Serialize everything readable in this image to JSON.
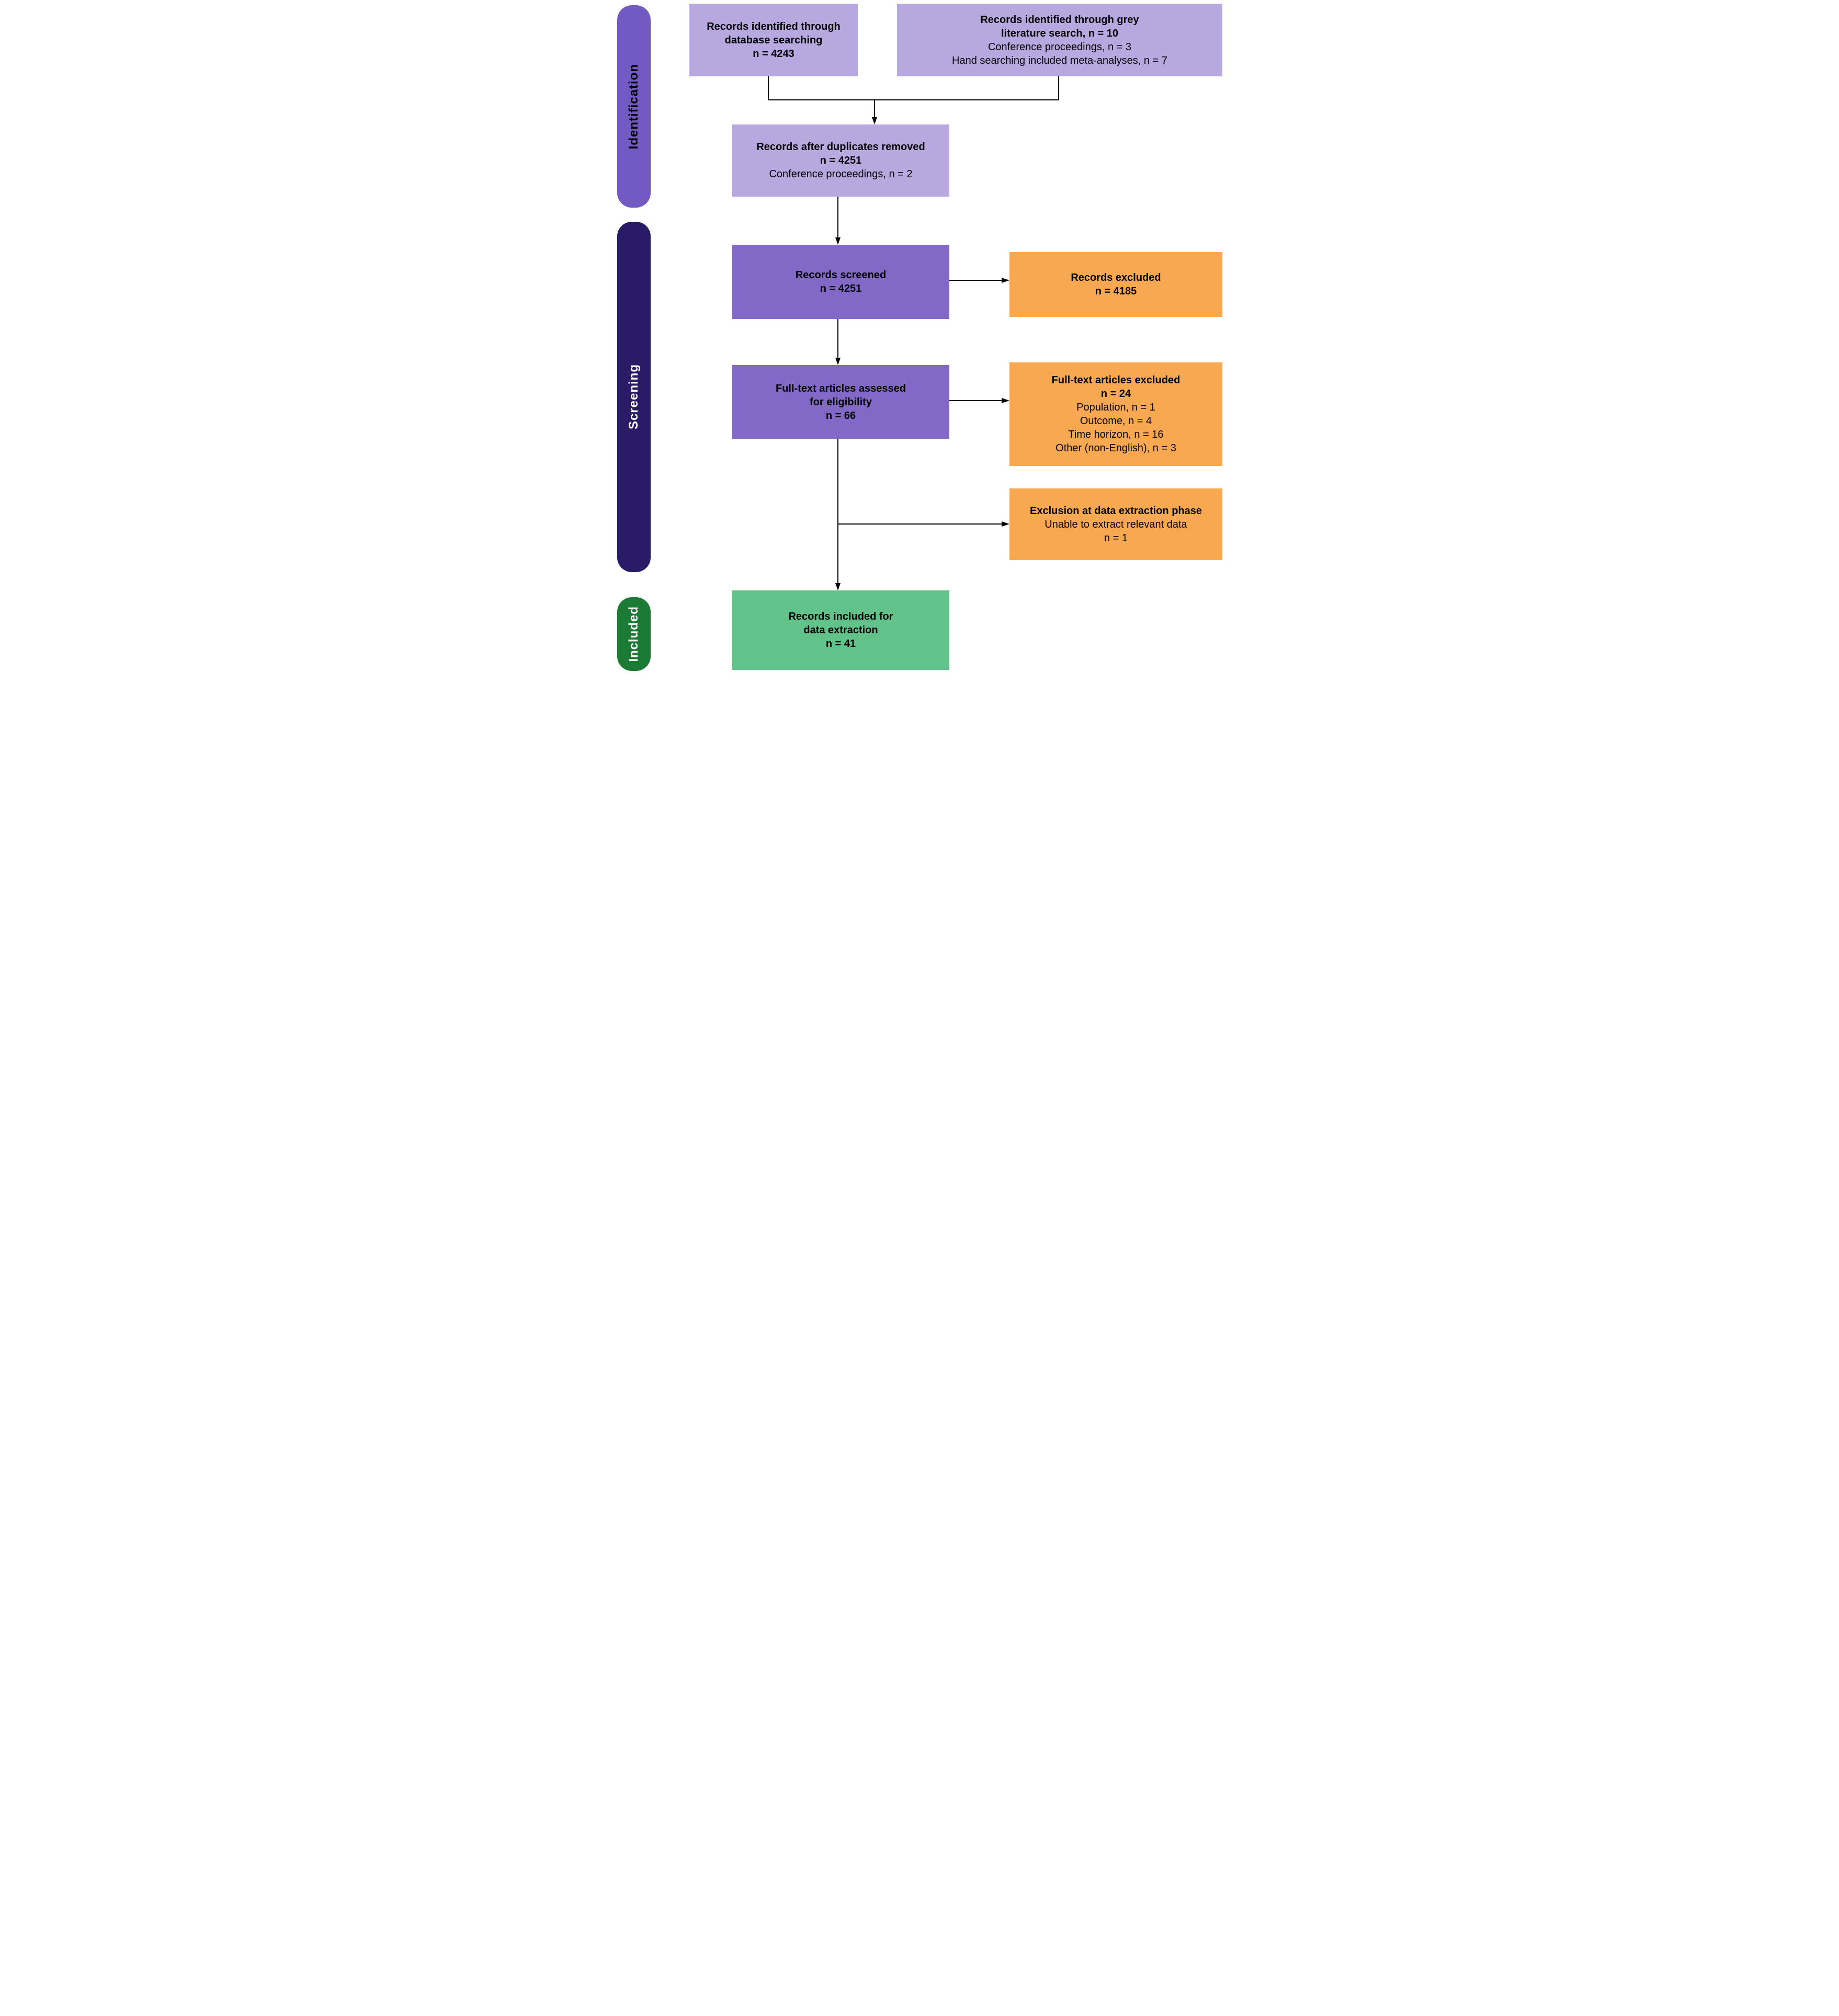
{
  "colors": {
    "background": "#ffffff",
    "light_purple": "#b7a9e0",
    "mid_purple": "#8269c8",
    "sidebar_purple": "#7359c2",
    "navy": "#2a1b66",
    "orange": "#f8a851",
    "green_box": "#61c28a",
    "sidebar_green": "#1b7b34",
    "line": "#000000"
  },
  "sidebar": {
    "stages": [
      {
        "label": "Identification"
      },
      {
        "label": "Screening"
      },
      {
        "label": "Included"
      }
    ]
  },
  "boxes": {
    "db_search": {
      "lines": [
        "Records identified through",
        "database searching",
        "n = 4243"
      ]
    },
    "grey_literature": {
      "lines": [
        "Records identified through grey",
        "literature search, n = 10",
        "Conference proceedings, n = 3",
        "Hand searching included meta-analyses, n = 7"
      ]
    },
    "after_duplicates": {
      "lines": [
        "Records after duplicates removed",
        "n = 4251",
        "Conference proceedings, n = 2"
      ]
    },
    "screened": {
      "lines": [
        "Records screened",
        "n = 4251"
      ]
    },
    "records_excluded": {
      "lines": [
        "Records excluded",
        "n = 4185"
      ]
    },
    "fulltext_assessed": {
      "lines": [
        "Full-text articles assessed",
        "for eligibility",
        "n = 66"
      ]
    },
    "fulltext_excluded": {
      "lines": [
        "Full-text articles excluded",
        "n = 24",
        "Population, n = 1",
        "Outcome, n = 4",
        "Time horizon, n = 16",
        "Other (non-English), n = 3"
      ]
    },
    "data_extraction_exclusion": {
      "lines": [
        "Exclusion at data extraction phase",
        "Unable to extract relevant data",
        "n = 1"
      ]
    },
    "included_final": {
      "lines": [
        "Records included for",
        "data extraction",
        "n = 41"
      ]
    }
  }
}
